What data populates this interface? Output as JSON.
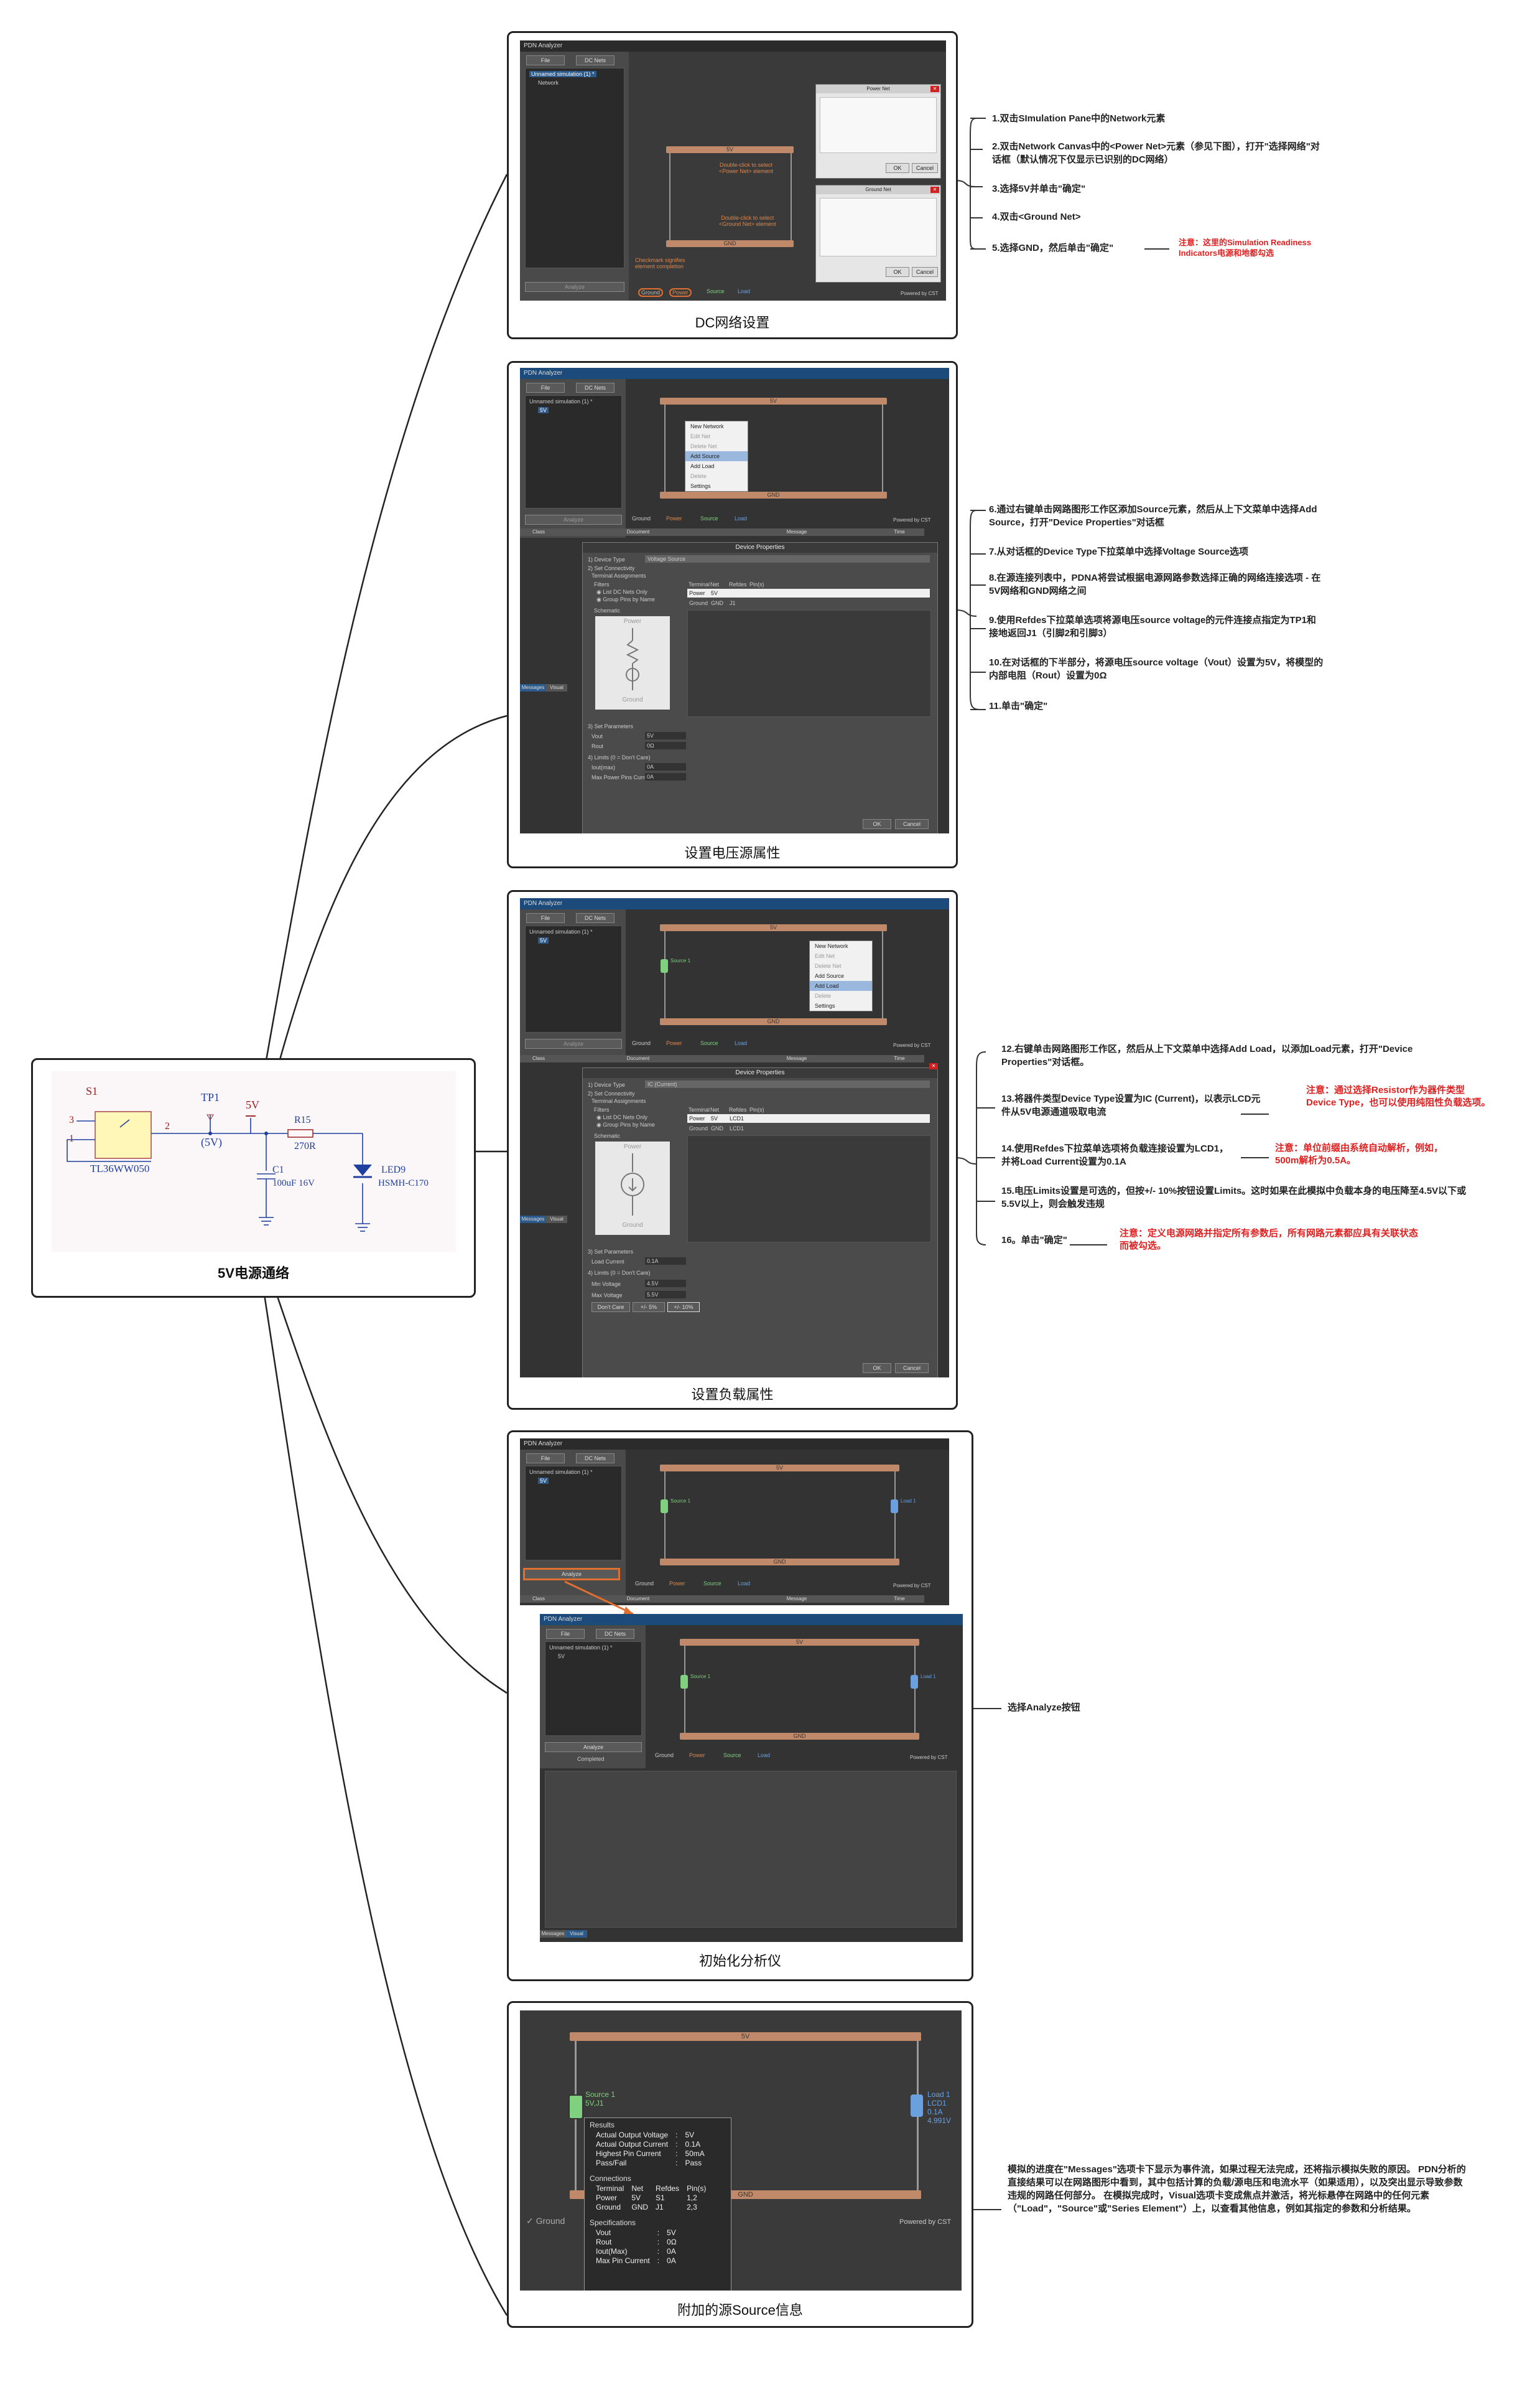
{
  "center": {
    "label": "5V电源通络",
    "schematic": {
      "switch_ref": "S1",
      "switch_part": "TL36WW050",
      "pin3": "3",
      "pin1": "1",
      "pin2": "2",
      "tp_ref": "TP1",
      "tp_net": "(5V)",
      "rail": "5V",
      "r_ref": "R15",
      "r_val": "270R",
      "c_ref": "C1",
      "c_val": "100uF 16V",
      "led_ref": "LED9",
      "led_part": "HSMH-C170"
    }
  },
  "ui": {
    "app_title": "PDN Analyzer",
    "file": "File",
    "dc_nets": "DC Nets",
    "unnamed_sim": "Unnamed simulation (1) *",
    "network": "Network",
    "net_5v": "5V",
    "net_gnd": "GND",
    "analyze": "Analyze",
    "completed": "Completed",
    "powered_by": "Powered by CST",
    "legend_ground": "Ground",
    "legend_power": "Power",
    "legend_source": "Source",
    "legend_load": "Load",
    "tabs": [
      "Class",
      "Document",
      "Message",
      "Time"
    ],
    "messages_tab": "Messages",
    "visual_tab": "Visual",
    "ok": "OK",
    "cancel": "Cancel",
    "power_net_dlg": "Power Net",
    "ground_net_dlg": "Ground Net",
    "device_props": "Device Properties",
    "dbl_click_power": "Double-click to select\n<Power Net> element",
    "dbl_click_ground": "Double-click to select\n<Ground Net> element",
    "checkmark_note": "Checkmark signifies\nelement completion",
    "ctx_menu": [
      "New Network",
      "Edit Net",
      "Delete Net",
      "Add Source",
      "Add Load",
      "Delete",
      "Settings"
    ],
    "device_type_label": "1) Device Type",
    "voltage_source": "Voltage Source",
    "ic_current": "IC (Current)",
    "set_connectivity": "2) Set Connectivity",
    "terminal_assign": "Terminal Assignments",
    "filters": "Filters",
    "list_dc_nets": "List DC Nets Only",
    "group_pins": "Group Pins by Name",
    "schematic": "Schematic",
    "col_terminal": "Terminal",
    "col_net": "Net",
    "col_refdes": "Refdes",
    "col_pins": "Pin(s)",
    "row_power": "Power",
    "row_ground": "Ground",
    "refdes_j1": "J1",
    "refdes_lcd1": "LCD1",
    "set_params": "3) Set Parameters",
    "vout": "Vout",
    "rout": "Rout",
    "limits": "4) Limits (0 = Don't Care)",
    "iout_max": "Iout(max)",
    "max_pin_current": "Max Power Pins Current",
    "load_current": "Load Current",
    "min_voltage": "Min Voltage",
    "max_voltage": "Max Voltage",
    "vout_val": "5V",
    "rout_val": "0Ω",
    "iout_val": "0A",
    "maxpin_val": "0A",
    "load_current_val": "0.1A",
    "min_voltage_val": "4.5V",
    "max_voltage_val": "5.5V",
    "dont_care": "Don't Care",
    "pm5": "+/- 5%",
    "pm10": "+/- 10%",
    "source1": "Source 1",
    "source1_ref": "5V,J1",
    "load1": "Load 1",
    "load1_ref": "LCD1",
    "load1_val": "0.1A",
    "load1_v": "4.991V",
    "power": "Power",
    "ground": "Ground"
  },
  "cards": [
    {
      "id": "dc-net",
      "caption": "DC网络设置",
      "steps": [
        "1.双击SImulation Pane中的Network元素",
        "2.双击Network Canvas中的<Power Net>元素（参见下图），打开\"选择网络\"对话框（默认情况下仅显示已识别的DC网络）",
        "3.选择5V并单击\"确定\"",
        "4.双击<Ground Net>",
        "5.选择GND，然后单击\"确定\""
      ],
      "notes": [
        "注意：这里的Simulation Readiness Indicators电源和地都勾选"
      ]
    },
    {
      "id": "vsource",
      "caption": "设置电压源属性",
      "steps": [
        "6.通过右键单击网路图形工作区添加Source元素，然后从上下文菜单中选择Add Source，打开\"Device Properties\"对话框",
        "7.从对话框的Device Type下拉菜单中选择Voltage Source选项",
        "8.在源连接列表中，PDNA将尝试根据电源网路参数选择正确的网络连接选项 - 在5V网络和GND网络之间",
        "9.使用Refdes下拉菜单选项将源电压source voltage的元件连接点指定为TP1和接地返回J1（引脚2和引脚3）",
        "10.在对话框的下半部分，将源电压source voltage（Vout）设置为5V，将模型的内部电阻（Rout）设置为0Ω",
        "11.单击\"确定\""
      ],
      "notes": []
    },
    {
      "id": "load",
      "caption": "设置负载属性",
      "steps": [
        "12.右键单击网路图形工作区，然后从上下文菜单中选择Add Load，以添加Load元素，打开\"Device Properties\"对话框。",
        "13.将器件类型Device Type设置为IC (Current)，以表示LCD元件从5V电源通道吸取电流",
        "14.使用Refdes下拉菜单选项将负载连接设置为LCD1，并将Load Current设置为0.1A",
        "15.电压Limits设置是可选的，但按+/- 10%按钮设置Limits。这时如果在此模拟中负载本身的电压降至4.5V以下或5.5V以上，则会触发违规",
        "16。单击\"确定\""
      ],
      "notes": [
        "注意：通过选择Resistor作为器件类型Device Type，也可以使用纯阻性负载选项。",
        "注意：单位前缀由系统自动解析，例如，500m解析为0.5A。",
        "注意：定义电源网路并指定所有参数后，所有网路元素都应具有关联状态而被勾选。"
      ]
    },
    {
      "id": "analyze",
      "caption": "初始化分析仪",
      "steps": [
        "选择Analyze按钮"
      ],
      "notes": []
    },
    {
      "id": "source-info",
      "caption": "附加的源Source信息",
      "steps": [
        "模拟的进度在\"Messages\"选项卡下显示为事件流，如果过程无法完成，还将指示模拟失败的原因。 PDN分析的直接结果可以在网路图形中看到，其中包括计算的负载/源电压和电流水平（如果适用），以及突出显示导致参数违规的网路任何部分。 在模拟完成时，Visual选项卡变成焦点并激活，将光标悬停在网路中的任何元素（\"Load\"，\"Source\"或\"Series Element\"）上，以查看其他信息，例如其指定的参数和分析结果。"
      ],
      "notes": []
    }
  ],
  "tooltip": {
    "results": "Results",
    "connections": "Connections",
    "specifications": "Specifications",
    "rows_results": [
      [
        "Actual Output Voltage",
        ":",
        "5V"
      ],
      [
        "Actual Output Current",
        ":",
        "0.1A"
      ],
      [
        "Highest Pin Current",
        ":",
        "50mA"
      ],
      [
        "Pass/Fail",
        ":",
        "Pass"
      ]
    ],
    "conn_header": [
      "Terminal",
      "Net",
      "Refdes",
      "Pin(s)"
    ],
    "conn_rows": [
      [
        "Power",
        "5V",
        "S1",
        "1,2"
      ],
      [
        "Ground",
        "GND",
        "J1",
        "2,3"
      ]
    ],
    "rows_spec": [
      [
        "Vout",
        ":",
        "5V"
      ],
      [
        "Rout",
        ":",
        "0Ω"
      ],
      [
        "Iout(Max)",
        ":",
        "0A"
      ],
      [
        "Max Pin Current",
        ":",
        "0A"
      ]
    ]
  }
}
